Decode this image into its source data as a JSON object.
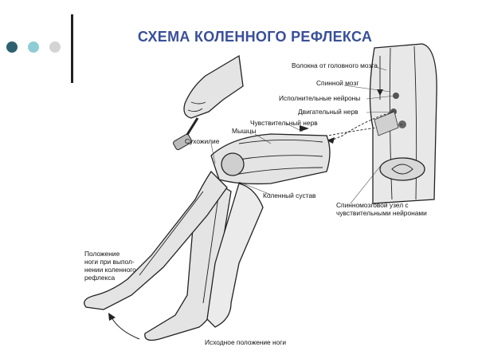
{
  "title": "СХЕМА КОЛЕННОГО РЕФЛЕКСА",
  "colors": {
    "title": "#3a4f9a",
    "dot1": "#2e6170",
    "dot2": "#8ecdd5",
    "dot3": "#d4d4d4"
  },
  "labels": {
    "brain_fibers": "Волокна от головного мозга",
    "spinal_cord": "Спинной мозг",
    "executive_neurons": "Исполнительные  нейроны",
    "motor_nerve": "Двигательный нерв",
    "sensory_nerve": "Чувствительный нерв",
    "muscles": "Мышцы",
    "tendon": "Сухожилие",
    "knee_joint": "Коленный сустав",
    "ganglion_line1": "Спинномозговой узел с",
    "ganglion_line2": "чувствительными нейронами",
    "reflex_line1": "Положение",
    "reflex_line2": "ноги при выпол-",
    "reflex_line3": "нении коленного",
    "reflex_line4": "рефлекса",
    "initial_position": "Исходное  положение  ноги"
  }
}
